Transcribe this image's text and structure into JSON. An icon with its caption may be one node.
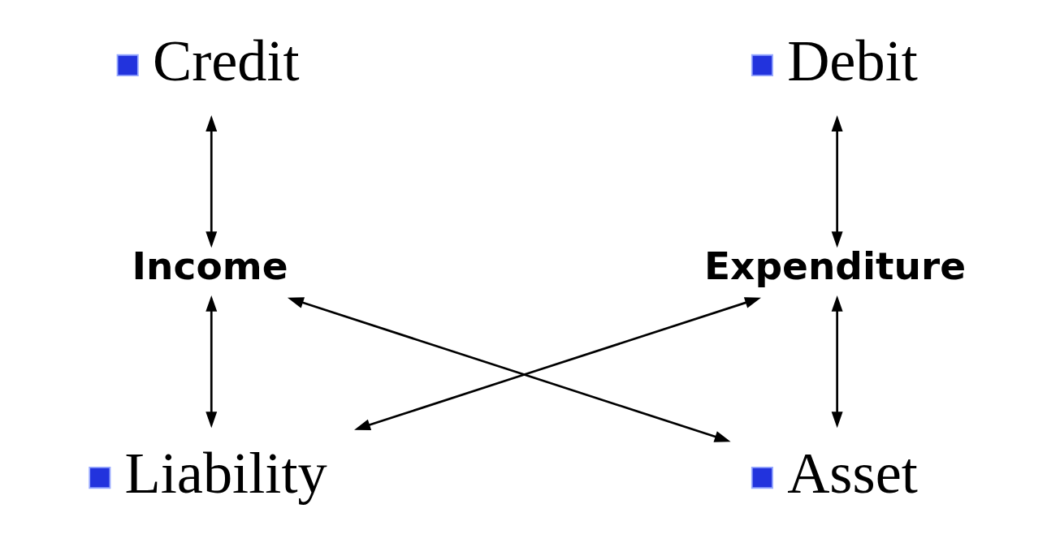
{
  "diagram": {
    "nodes": [
      {
        "text": [
          "Credit"
        ]
      },
      {
        "text": [
          "Debit"
        ]
      },
      {
        "text": [
          "Income"
        ]
      },
      {
        "text": [
          "Expenditure"
        ]
      },
      {
        "text": [
          "Liability"
        ]
      },
      {
        "text": [
          "Asset"
        ]
      }
    ],
    "edges": [
      {
        "from": 0,
        "to": 2,
        "arrow": "both"
      },
      {
        "from": 1,
        "to": 3,
        "arrow": "both"
      },
      {
        "from": 2,
        "to": 4,
        "arrow": "both"
      },
      {
        "from": 3,
        "to": 5,
        "arrow": "both"
      },
      {
        "from": 2,
        "to": 5,
        "arrow": "both"
      },
      {
        "from": 3,
        "to": 4,
        "arrow": "both"
      }
    ]
  }
}
